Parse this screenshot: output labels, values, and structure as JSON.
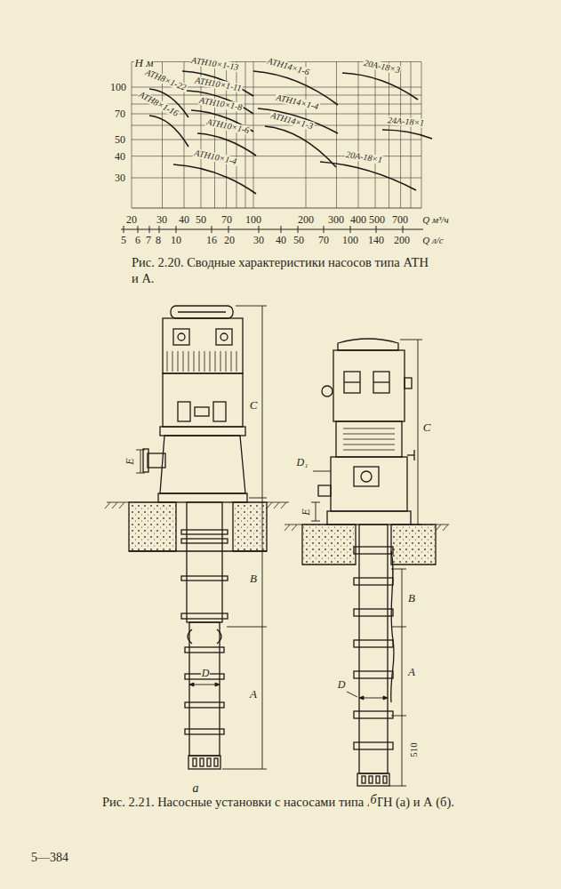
{
  "diagram": {
    "labels": [
      "Н м",
      "100",
      "70",
      "50",
      "40",
      "30",
      "20",
      "30",
      "40",
      "50",
      "70",
      "100",
      "200",
      "300",
      "400",
      "500",
      "700",
      "Q м³/ч",
      "5",
      "6",
      "7",
      "8",
      "10",
      "16",
      "20",
      "30",
      "40",
      "50",
      "70",
      "100",
      "140",
      "200",
      "Q л/с",
      "АТН8×1-22",
      "АТН8×1-16",
      "АТН10×1-13",
      "АТН10×1-11",
      "АТН10×1-8",
      "АТН10×1-6",
      "АТН10×1-4",
      "АТН14×1-6",
      "АТН14×1-4",
      "АТН14×1-3",
      "20А-18×3",
      "20А-18×1",
      "24А-18×1",
      "Рис. 2.20. Сводные характеристики насосов типа АТН и А.",
      "Рис. 2.21. Насосные установки с насосами типа АТН (а) и А (б).",
      "C",
      "E",
      "B",
      "D",
      "A",
      "а",
      "C",
      "D₁",
      "E",
      "B",
      "D",
      "A",
      "510",
      "б",
      "5—384"
    ]
  }
}
